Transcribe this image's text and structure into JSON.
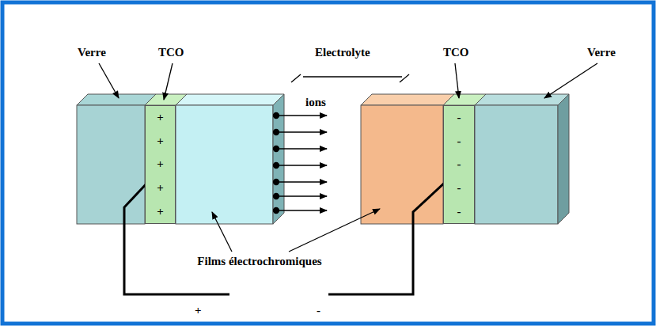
{
  "diagram": {
    "nodes": [
      {
        "text": [
          "+",
          "+",
          "+",
          "+",
          "+"
        ]
      },
      {
        "text": [
          "-",
          "-",
          "-",
          "-",
          "-"
        ]
      }
    ],
    "labels": [
      "Verre",
      "TCO",
      "Electrolyte",
      "TCO",
      "Verre",
      "ions",
      "Films électrochromiques",
      "+",
      "-"
    ]
  }
}
